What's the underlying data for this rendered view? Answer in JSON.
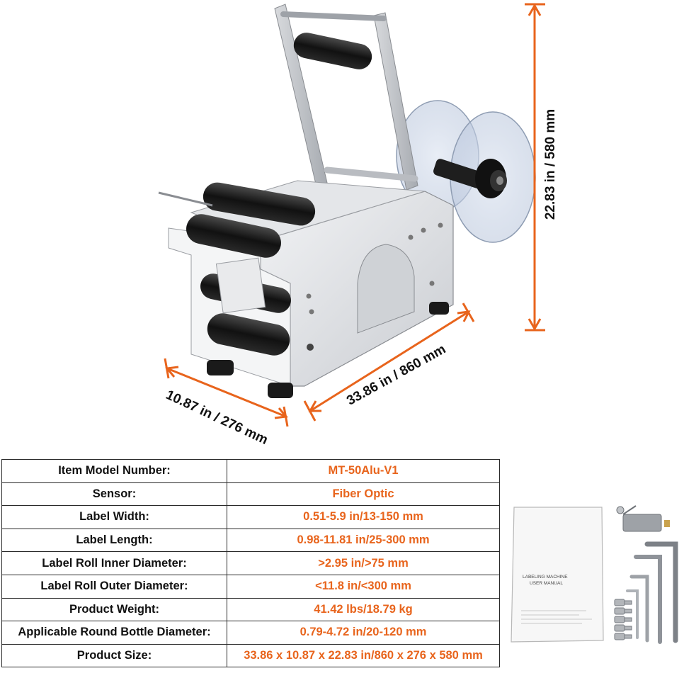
{
  "dimensions": {
    "height": "22.83 in / 580 mm",
    "length": "33.86 in / 860 mm",
    "width": "10.87 in / 276 mm"
  },
  "specs": [
    {
      "label": "Item Model Number:",
      "value": "MT-50Alu-V1"
    },
    {
      "label": "Sensor:",
      "value": "Fiber Optic"
    },
    {
      "label": "Label Width:",
      "value": "0.51-5.9 in/13-150 mm"
    },
    {
      "label": "Label Length:",
      "value": "0.98-11.81 in/25-300 mm"
    },
    {
      "label": "Label Roll Inner Diameter:",
      "value": ">2.95 in/>75 mm"
    },
    {
      "label": "Label Roll Outer Diameter:",
      "value": "<11.8 in/<300 mm"
    },
    {
      "label": "Product Weight:",
      "value": "41.42 lbs/18.79 kg"
    },
    {
      "label": "Applicable Round Bottle Diameter:",
      "value": "0.79-4.72 in/20-120 mm"
    },
    {
      "label": "Product Size:",
      "value": "33.86 x 10.87 x 22.83 in/860 x 276 x 580 mm"
    }
  ],
  "manual": {
    "line1": "LABELING MACHINE",
    "line2": "USER MANUAL"
  },
  "colors": {
    "accent": "#e8641c",
    "text": "#111111",
    "border": "#2a2a2a"
  }
}
